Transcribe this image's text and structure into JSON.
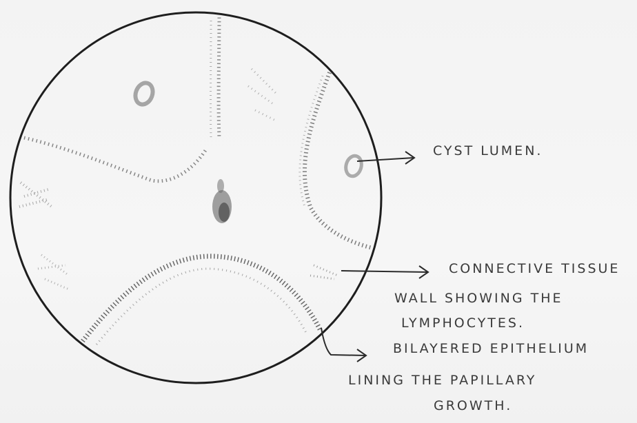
{
  "labels": {
    "cyst_lumen": "CYST LUMEN.",
    "connective_tissue": {
      "line1": "CONNECTIVE TISSUE",
      "line2": "WALL SHOWING THE",
      "line3": "LYMPHOCYTES."
    },
    "bilayered_epithelium": {
      "line1": "BILAYERED EPITHELIUM",
      "line2": "LINING THE PAPILLARY",
      "line3": "GROWTH."
    }
  },
  "colors": {
    "ink": "#2b2b2b",
    "pencil": "#555555",
    "paper": "#f4f4f4"
  }
}
